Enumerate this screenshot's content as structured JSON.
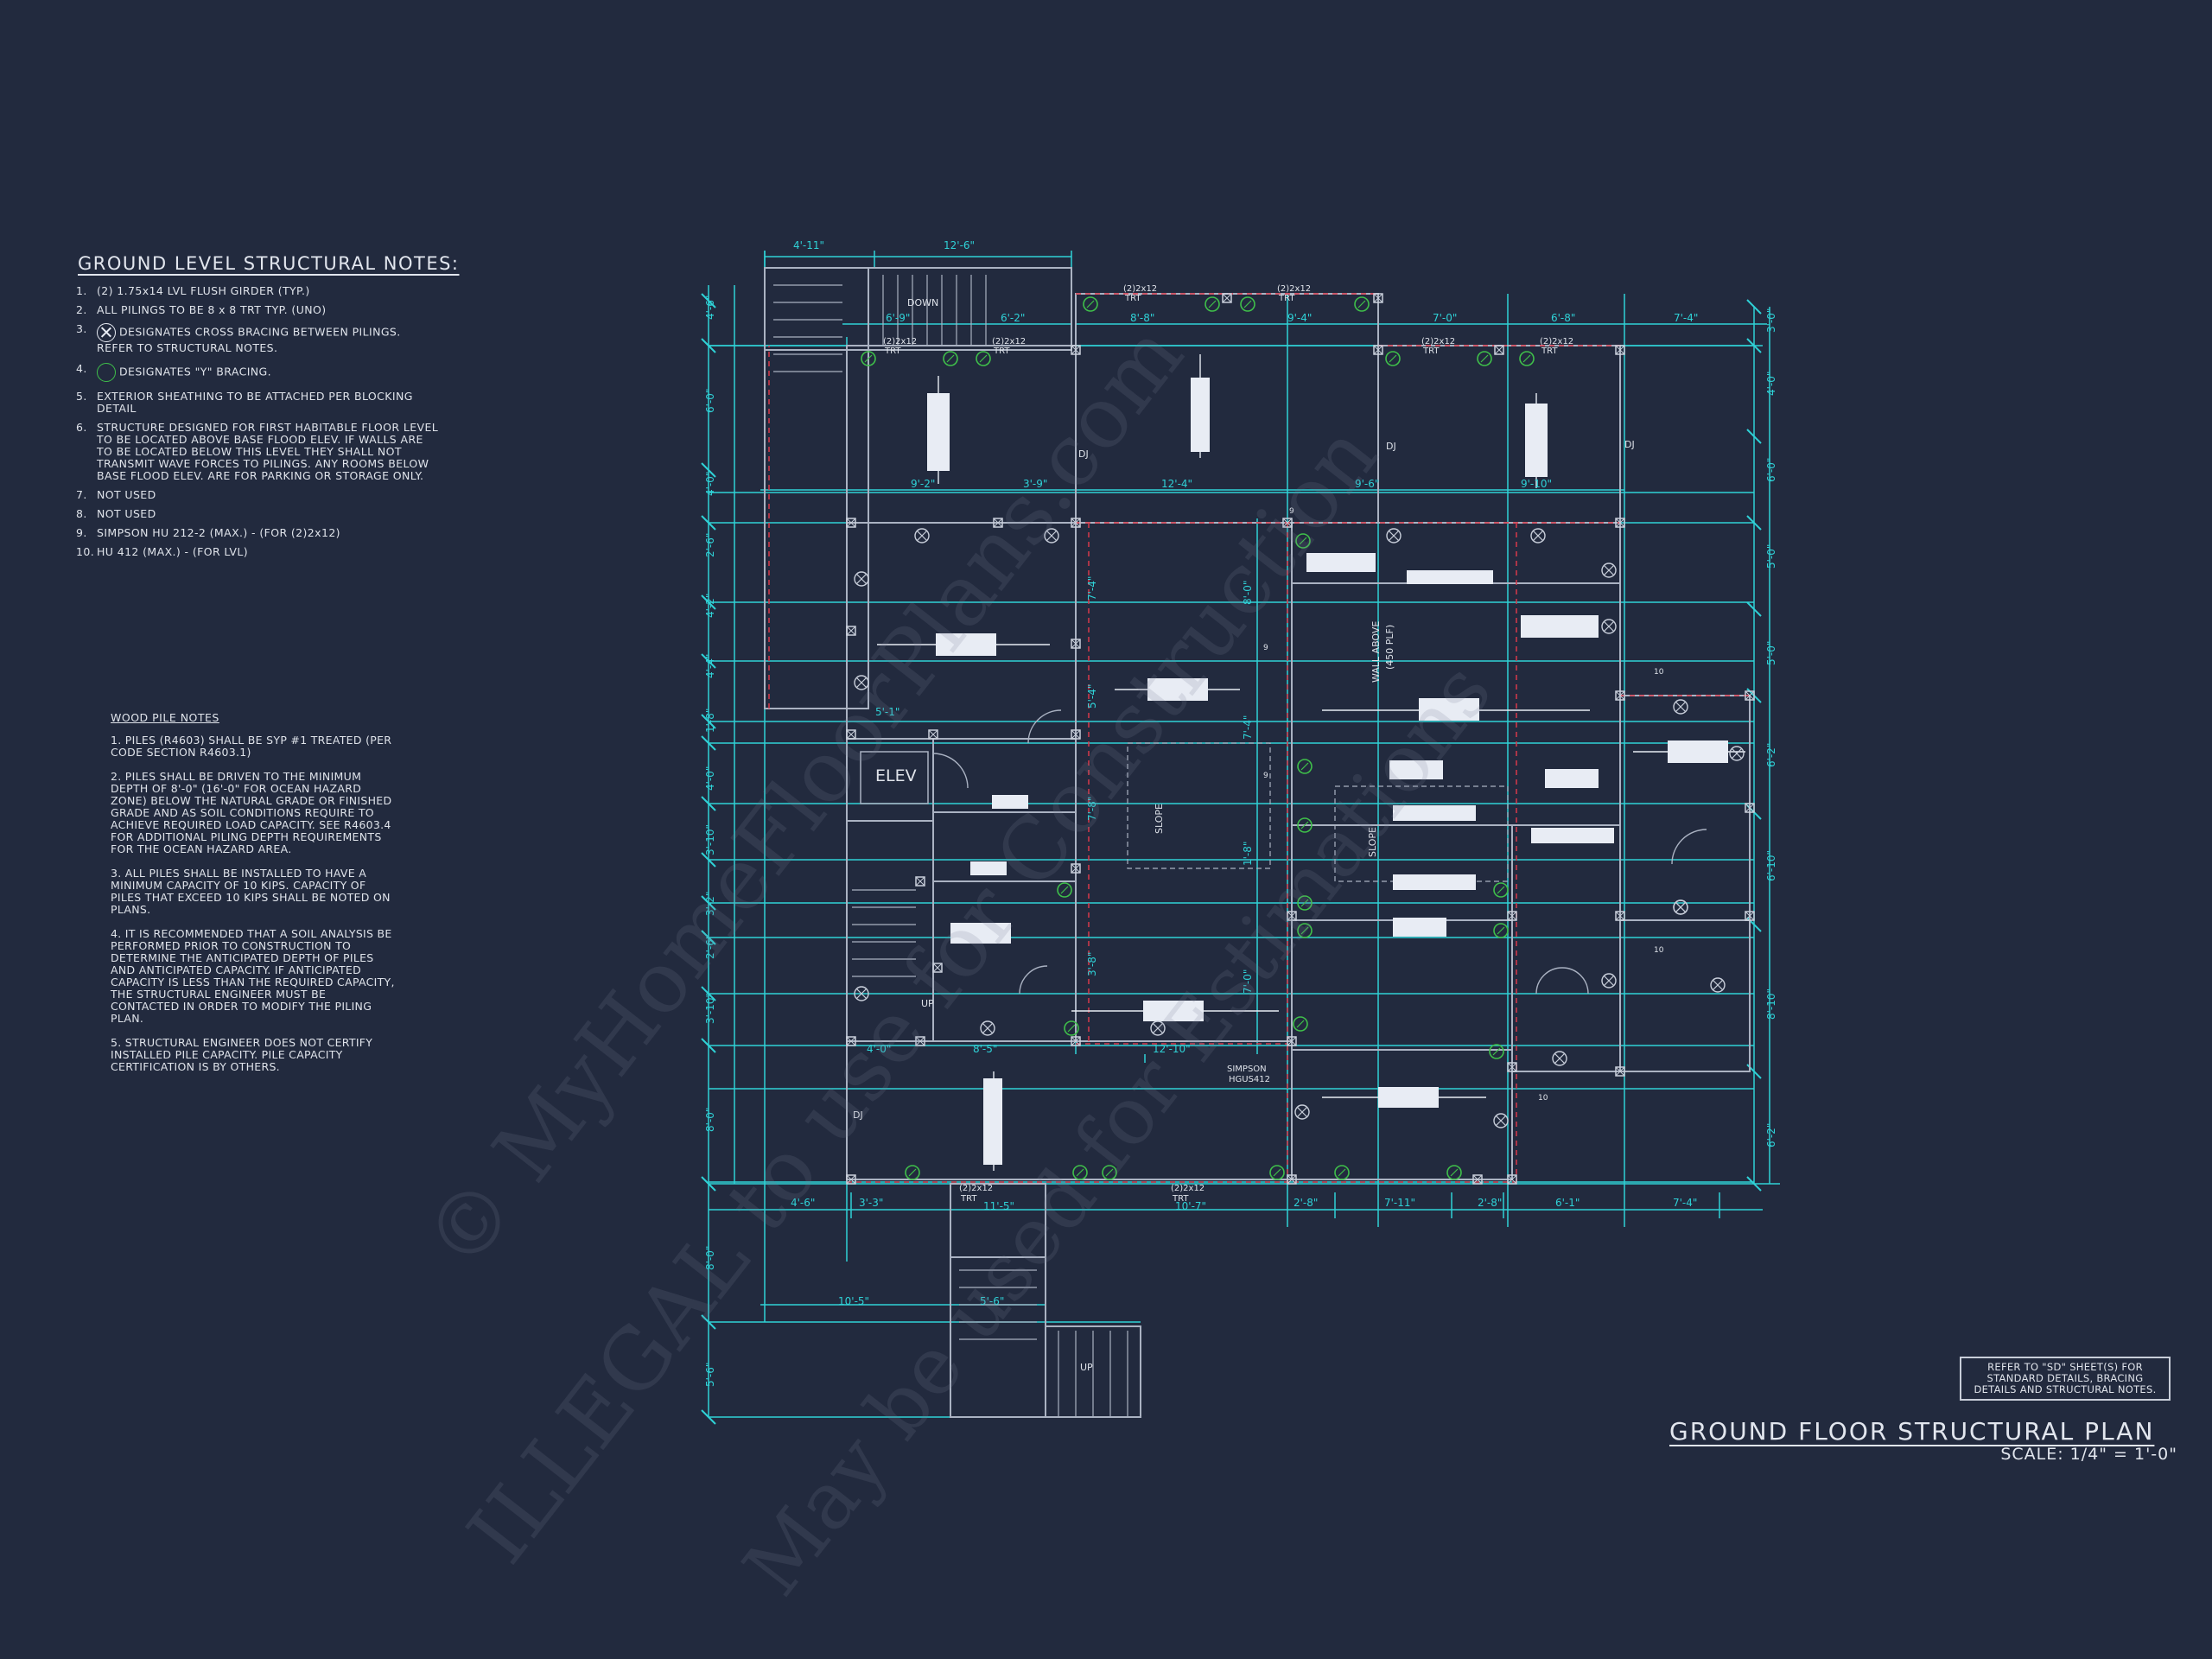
{
  "structural_notes": {
    "title": "GROUND LEVEL STRUCTURAL NOTES:",
    "items": [
      {
        "num": "1.",
        "text": "(2) 1.75x14 LVL FLUSH GIRDER (TYP.)"
      },
      {
        "num": "2.",
        "text": "ALL PILINGS TO BE 8 x 8 TRT TYP. (UNO)"
      },
      {
        "num": "3.",
        "symbol": "cross-bracing-symbol",
        "text": "DESIGNATES CROSS BRACING BETWEEN PILINGS. REFER TO STRUCTURAL NOTES."
      },
      {
        "num": "4.",
        "symbol": "y-bracing-symbol",
        "text": "DESIGNATES \"Y\" BRACING."
      },
      {
        "num": "5.",
        "text": "EXTERIOR SHEATHING TO BE ATTACHED PER BLOCKING DETAIL"
      },
      {
        "num": "6.",
        "text": "STRUCTURE DESIGNED FOR FIRST HABITABLE FLOOR LEVEL TO BE LOCATED ABOVE BASE FLOOD ELEV. IF WALLS ARE TO BE LOCATED BELOW THIS LEVEL THEY SHALL NOT TRANSMIT WAVE FORCES TO PILINGS. ANY ROOMS BELOW BASE FLOOD ELEV. ARE FOR PARKING OR STORAGE ONLY."
      },
      {
        "num": "7.",
        "text": "NOT USED"
      },
      {
        "num": "8.",
        "text": "NOT USED"
      },
      {
        "num": "9.",
        "text": "SIMPSON HU 212-2 (MAX.) - (FOR (2)2x12)"
      },
      {
        "num": "10.",
        "text": "HU 412 (MAX.) - (FOR LVL)"
      }
    ]
  },
  "wood_pile_notes": {
    "title": "WOOD PILE NOTES",
    "items": [
      "1. PILES (R4603) SHALL BE SYP #1 TREATED (PER CODE SECTION R4603.1)",
      "2. PILES SHALL BE DRIVEN TO THE MINIMUM DEPTH OF 8'-0\" (16'-0\" FOR OCEAN HAZARD ZONE) BELOW THE NATURAL GRADE OR FINISHED GRADE AND AS SOIL CONDITIONS REQUIRE TO ACHIEVE REQUIRED LOAD CAPACITY. SEE R4603.4 FOR ADDITIONAL PILING DEPTH REQUIREMENTS FOR THE OCEAN HAZARD AREA.",
      "3. ALL PILES SHALL BE INSTALLED TO HAVE A MINIMUM CAPACITY OF 10 KIPS. CAPACITY OF PILES THAT EXCEED 10 KIPS SHALL BE NOTED ON PLANS.",
      "4. IT IS RECOMMENDED THAT A SOIL ANALYSIS BE PERFORMED PRIOR TO CONSTRUCTION TO DETERMINE THE ANTICIPATED DEPTH OF PILES AND ANTICIPATED CAPACITY. IF ANTICIPATED CAPACITY IS LESS THAN THE REQUIRED CAPACITY, THE STRUCTURAL ENGINEER MUST BE CONTACTED IN ORDER TO MODIFY THE PILING PLAN.",
      "5. STRUCTURAL ENGINEER DOES NOT CERTIFY INSTALLED PILE CAPACITY. PILE CAPACITY CERTIFICATION IS BY OTHERS."
    ]
  },
  "plan": {
    "title": "GROUND FLOOR STRUCTURAL PLAN",
    "scale": "SCALE: 1/4\" = 1'-0\"",
    "reference": "REFER TO \"SD\" SHEET(S) FOR STANDARD DETAILS, BRACING DETAILS AND STRUCTURAL NOTES.",
    "labels": {
      "elev": "ELEV",
      "down": "DOWN",
      "up1": "UP",
      "up2": "UP",
      "slope1": "SLOPE",
      "slope2": "SLOPE",
      "wall_above": "WALL ABOVE",
      "wall_load": "(450 PLF)",
      "simpson": "SIMPSON",
      "hgus": "HGUS412",
      "dj1": "DJ",
      "dj2": "DJ",
      "dj3": "DJ",
      "dj4": "DJ",
      "beam_a": "(2)2x12",
      "beam_a2": "TRT",
      "beam_b": "(2)2x12",
      "beam_b2": "TRT",
      "beam_c": "(2)2x12",
      "beam_c2": "TRT",
      "beam_d": "(2)2x12",
      "beam_d2": "TRT",
      "beam_e": "(2)2x12",
      "beam_e2": "TRT",
      "beam_f": "(2)2x12",
      "beam_f2": "TRT",
      "beam_g": "(2)2x12",
      "beam_g2": "TRT",
      "beam_h": "(2)2x12",
      "beam_h2": "TRT",
      "callout_10a": "10",
      "callout_10b": "10",
      "callout_10c": "10",
      "callout_9a": "9",
      "callout_9b": "9",
      "callout_9c": "9"
    },
    "dimensions": {
      "top": [
        "4'-11\"",
        "12'-6\"",
        "6'-9\"",
        "6'-2\"",
        "8'-8\"",
        "9'-4\"",
        "7'-0\"",
        "6'-8\"",
        "7'-4\""
      ],
      "inner": [
        "9'-2\"",
        "3'-9\"",
        "12'-4\"",
        "9'-6\"",
        "9'-10\"",
        "5'-1\"",
        "4'-0\"",
        "8'-5\"",
        "12'-10\""
      ],
      "bottom": [
        "4'-6\"",
        "3'-3\"",
        "11'-5\"",
        "10'-7\"",
        "2'-8\"",
        "7'-11\"",
        "2'-8\"",
        "6'-1\"",
        "7'-4\""
      ],
      "stair": [
        "10'-5\"",
        "5'-6\""
      ],
      "left": [
        "4'-6\"",
        "6'-0\"",
        "4'-0\"",
        "2'-6\"",
        "4'-2\"",
        "4'-4\"",
        "1'-8\"",
        "4'-0\"",
        "3'-10\"",
        "3'-2\"",
        "2'-6\"",
        "3'-10\"",
        "8'-0\"",
        "8'-0\"",
        "5'-6\""
      ],
      "right": [
        "3'-0\"",
        "4'-0\"",
        "6'-0\"",
        "5'-0\"",
        "5'-0\"",
        "6'-2\"",
        "6'-10\"",
        "8'-10\"",
        "6'-2\""
      ],
      "interior": [
        "7'-4\"",
        "5'-4\"",
        "7'-8\"",
        "3'-8\"",
        "8'-0\"",
        "7'-4\"",
        "1'-8\"",
        "7'-0\""
      ]
    }
  },
  "watermark": {
    "line1": "© MyHomeFloorPlans.com",
    "line2": "ILLEGAL to use for Construction",
    "line3": "May be used for Estimations"
  },
  "colors": {
    "background": "#222a3e",
    "dimension": "#2fd1d6",
    "wall": "#aab2c2",
    "hidden_wall": "#d8394a",
    "y_bracing": "#3fc04a",
    "text": "#dfe3ea"
  }
}
